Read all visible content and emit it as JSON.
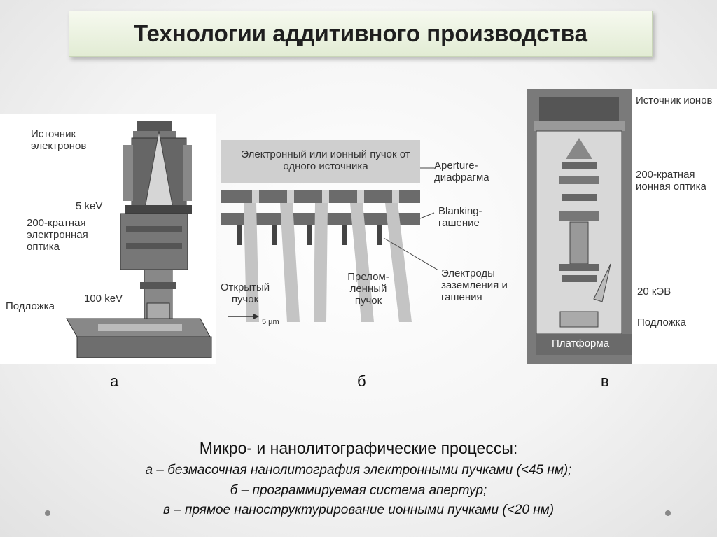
{
  "title": "Технологии аддитивного производства",
  "panel_a": {
    "source": "Источник электронов",
    "energy_top": "5 keV",
    "optics": "200-кратная электронная оптика",
    "energy_bottom": "100 keV",
    "substrate": "Подложка"
  },
  "panel_b": {
    "beam": "Электронный или ионный пучок от одного источника",
    "aperture": "Aperture-диафрагма",
    "blanking": "Blanking-гашение",
    "electrodes": "Электроды заземления и гашения",
    "open_beam": "Открытый пучок",
    "refracted_beam": "Прелом-ленный пучок",
    "scale": "5 µm"
  },
  "panel_c": {
    "source": "Источник ионов",
    "optics": "200-кратная ионная оптика",
    "energy": "20 кЭВ",
    "substrate": "Подложка",
    "platform": "Платформа"
  },
  "letters": {
    "a": "а",
    "b": "б",
    "c": "в"
  },
  "caption": {
    "title": "Микро- и нанолитографические процессы:",
    "line_a": "а – безмасочная нанолитография электронными пучками (<45 нм);",
    "line_b": "б – программируемая система апертур;",
    "line_c": "в – прямое наноструктурирование ионными пучками (<20 нм)"
  }
}
